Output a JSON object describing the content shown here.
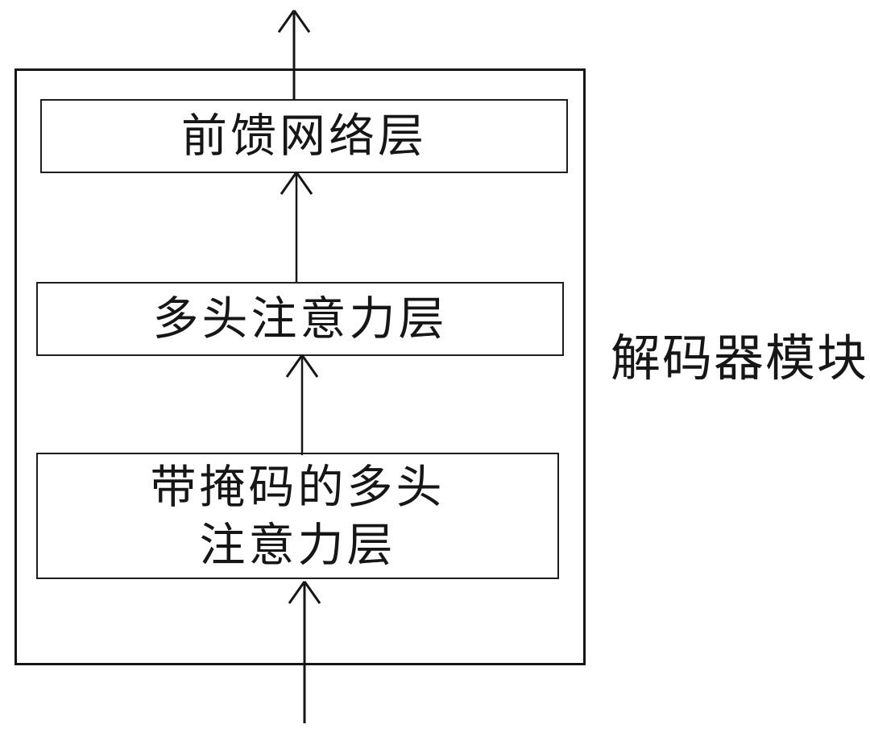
{
  "diagram": {
    "module_label": "解码器模块",
    "layers": [
      {
        "name": "feed-forward-layer",
        "lines": [
          "前馈网络层"
        ]
      },
      {
        "name": "multi-head-attention-layer",
        "lines": [
          "多头注意力层"
        ]
      },
      {
        "name": "masked-multi-head-attention-layer",
        "lines": [
          "带掩码的多头",
          "注意力层"
        ]
      }
    ],
    "arrows": [
      {
        "name": "output-arrow",
        "direction": "up",
        "from": "feed-forward-layer",
        "to": "outside-top"
      },
      {
        "name": "arrow-multihead-to-feedforward",
        "direction": "up",
        "from": "multi-head-attention-layer",
        "to": "feed-forward-layer"
      },
      {
        "name": "arrow-masked-to-multihead",
        "direction": "up",
        "from": "masked-multi-head-attention-layer",
        "to": "multi-head-attention-layer"
      },
      {
        "name": "input-arrow",
        "direction": "up",
        "from": "outside-bottom",
        "to": "masked-multi-head-attention-layer"
      }
    ],
    "colors": {
      "stroke": "#161616",
      "background": "#ffffff"
    }
  }
}
